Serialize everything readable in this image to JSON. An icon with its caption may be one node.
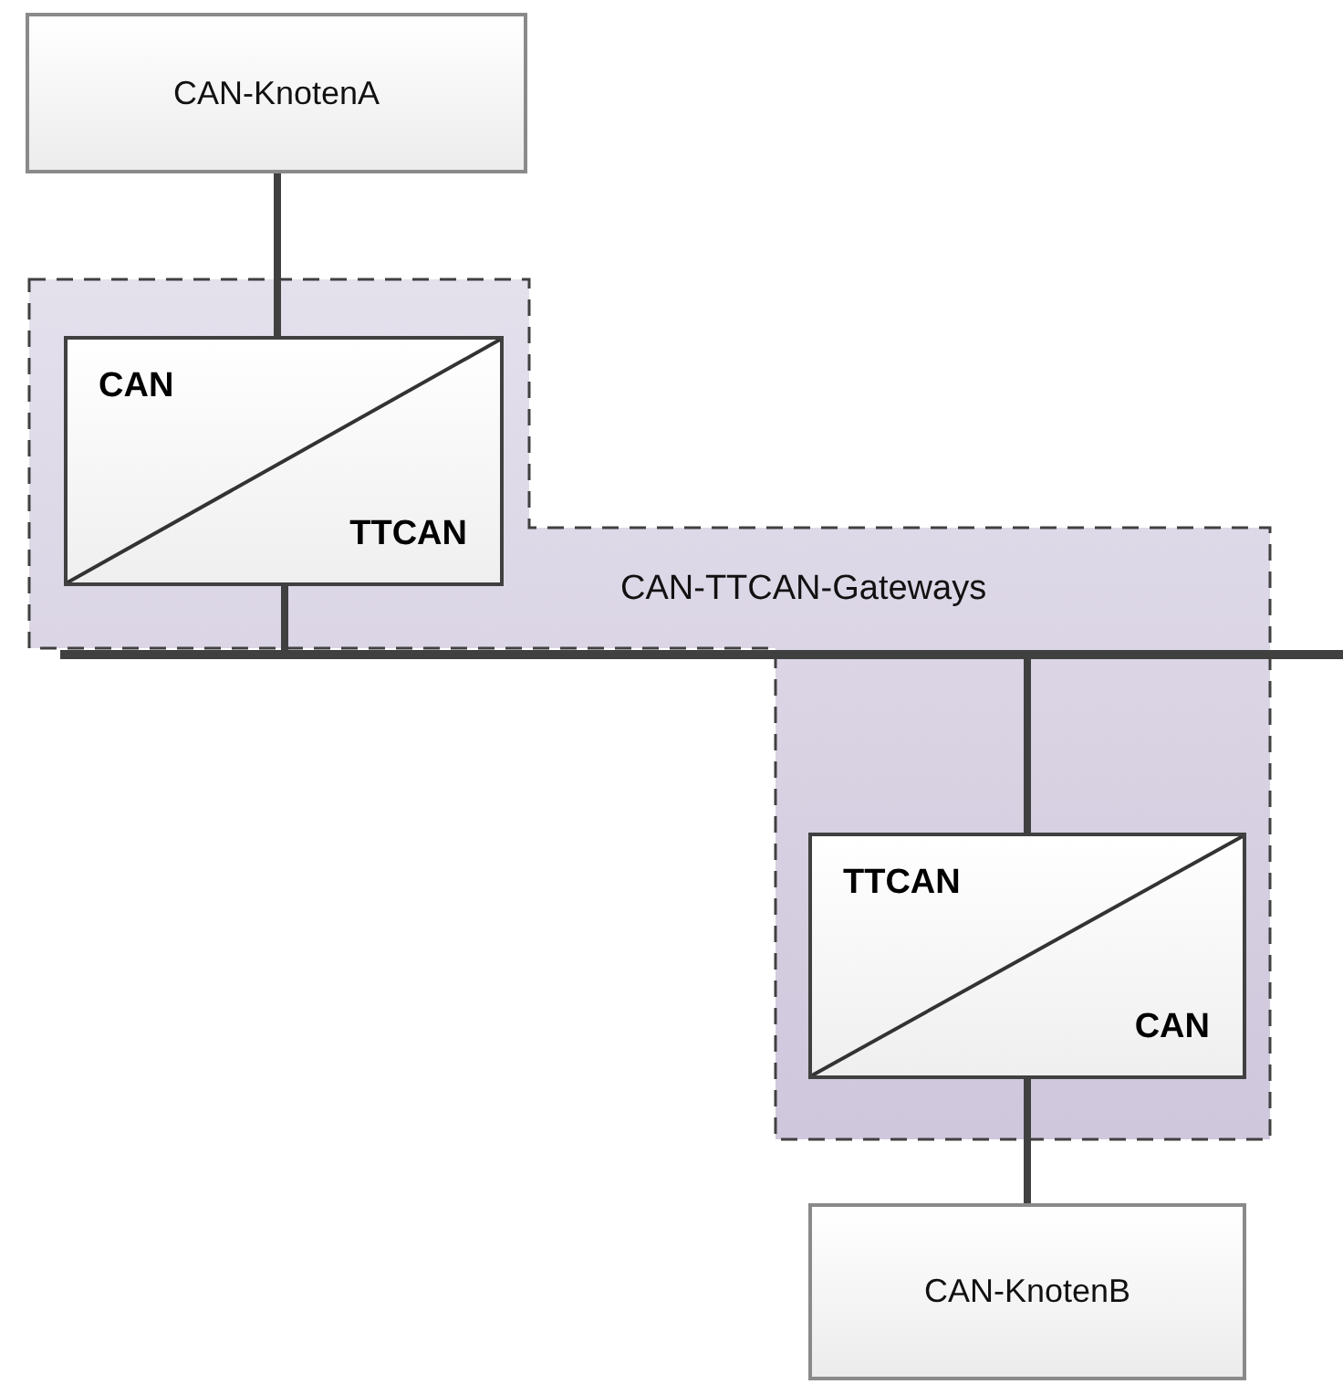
{
  "diagram": {
    "nodes": [
      {
        "text": [
          "CAN-KnotenA"
        ]
      },
      {
        "text": [
          "CAN-TTCAN-Gateways"
        ]
      },
      {
        "text": [
          "CAN",
          "TTCAN"
        ],
        "in": 1
      },
      {
        "text": [],
        "shape": "bar"
      },
      {
        "text": [
          "TTCAN",
          "CAN"
        ],
        "in": 1
      },
      {
        "text": [
          "CAN-KnotenB"
        ]
      }
    ],
    "edges": [
      {
        "from": 0,
        "to": 2,
        "arrow": "none"
      },
      {
        "from": 2,
        "to": 3,
        "arrow": "none"
      },
      {
        "from": 3,
        "to": 4,
        "arrow": "none"
      },
      {
        "from": 4,
        "to": 5,
        "arrow": "none"
      }
    ]
  }
}
